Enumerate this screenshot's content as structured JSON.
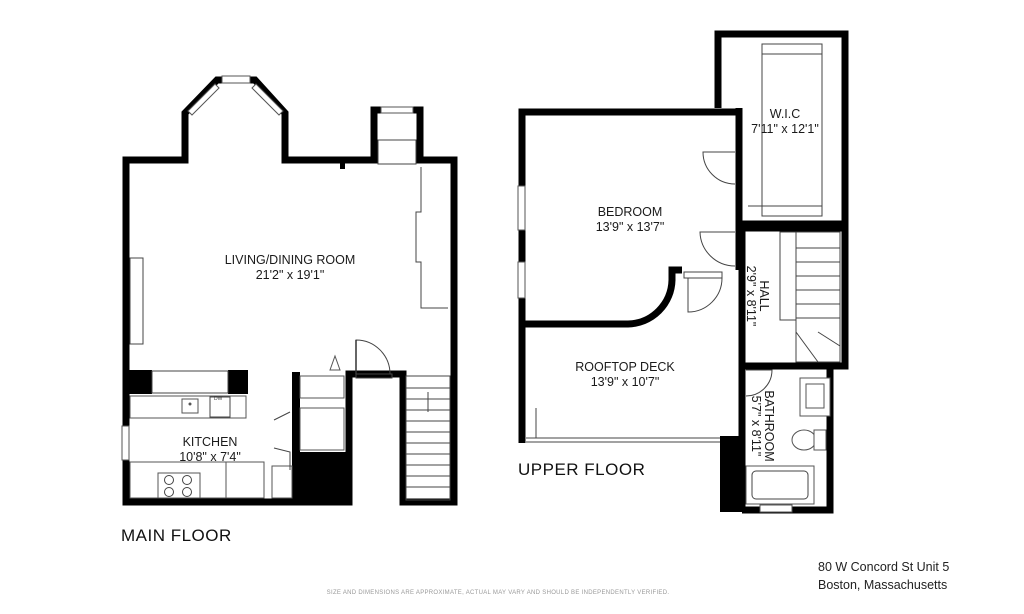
{
  "main_floor": {
    "label": "MAIN FLOOR",
    "living_dining": {
      "name": "LIVING/DINING ROOM",
      "dims": "21'2\" x 19'1\""
    },
    "kitchen": {
      "name": "KITCHEN",
      "dims": "10'8\" x 7'4\"",
      "dishwasher_tag": "DW"
    }
  },
  "upper_floor": {
    "label": "UPPER FLOOR",
    "wic": {
      "name": "W.I.C",
      "dims": "7'11\" x 12'1\""
    },
    "bedroom": {
      "name": "BEDROOM",
      "dims": "13'9\" x 13'7\""
    },
    "hall": {
      "name": "HALL",
      "dims": "2'9\" x 8'11\""
    },
    "rooftop_deck": {
      "name": "ROOFTOP DECK",
      "dims": "13'9\" x 10'7\""
    },
    "bathroom": {
      "name": "BATHROOM",
      "dims": "5'7\" x 8'11\""
    }
  },
  "address": {
    "line1": "80 W Concord St Unit 5",
    "line2": "Boston, Massachusetts"
  },
  "disclaimer": "SIZE AND DIMENSIONS ARE APPROXIMATE, ACTUAL MAY VARY AND SHOULD BE INDEPENDENTLY VERIFIED."
}
